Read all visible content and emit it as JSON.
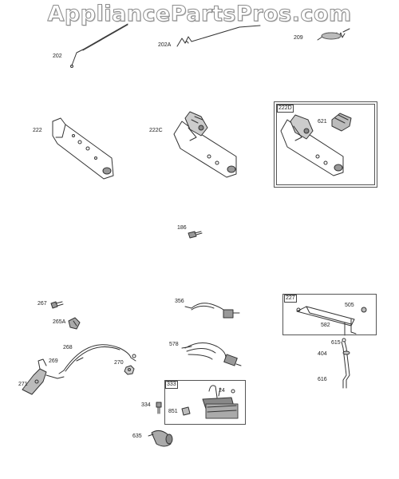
{
  "watermark": {
    "text": "AppliancePartsPros.com"
  },
  "colors": {
    "line": "#333333",
    "part_shade": "#9a9a9a",
    "frame": "#555555"
  },
  "parts": {
    "p202": "202",
    "p202A": "202A",
    "p209": "209",
    "p222": "222",
    "p222C": "222C",
    "p222D": "222D",
    "p621": "621",
    "p186": "186",
    "p267": "267",
    "p265A": "265A",
    "p356": "356",
    "p227": "227",
    "p505": "505",
    "p582": "582",
    "p268": "268",
    "p269": "269",
    "p270": "270",
    "p578": "578",
    "p615": "615",
    "p404": "404",
    "p616": "616",
    "p271": "271",
    "p333": "333",
    "p24": "24",
    "p334": "334",
    "p851": "851",
    "p635": "635"
  }
}
